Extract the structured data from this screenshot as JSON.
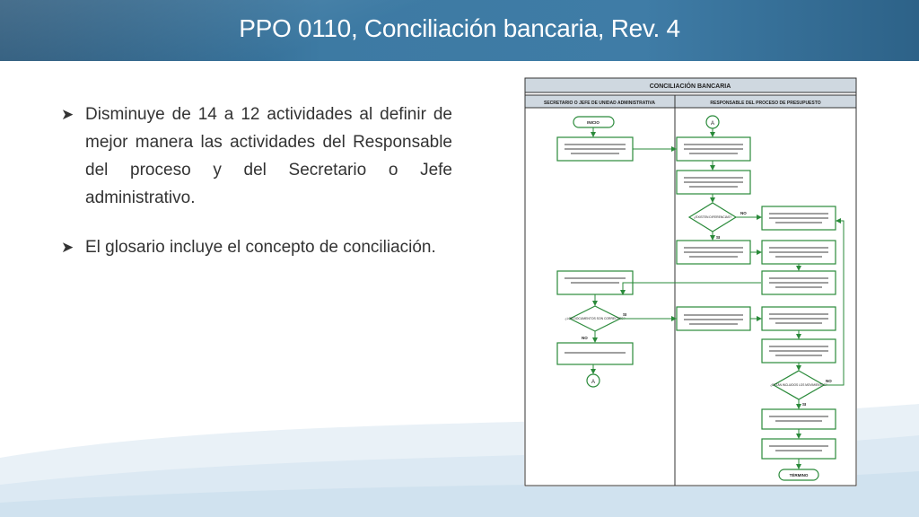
{
  "slide": {
    "title": "PPO 0110, Conciliación bancaria, Rev. 4",
    "bullets": [
      "Disminuye de 14 a 12 actividades al definir de mejor manera las actividades del Responsable del proceso y del Secretario o Jefe administrativo.",
      "El glosario incluye el concepto de conciliación."
    ]
  },
  "flowchart": {
    "title": "CONCILIACIÓN BANCARIA",
    "lane_left": "SECRETARIO O JEFE DE UNIDAD ADMINISTRATIVA",
    "lane_right": "RESPONSABLE DEL PROCESO DE PRESUPUESTO",
    "start": "INICIO",
    "end": "TÉRMINO",
    "connector": "A",
    "yes": "SI",
    "no": "NO",
    "decision_1": "¿EXISTEN DIFERENCIAS?",
    "decision_2": "¿LOS DOCUMENTOS SON CORRECTOS?",
    "decision_3": "¿ESTÁN INCLUIDOS LOS MOVIMIENTOS?",
    "colors": {
      "accent": "#2e5f87",
      "box_border": "#2a8a3a",
      "line": "#2a8a3a"
    }
  }
}
